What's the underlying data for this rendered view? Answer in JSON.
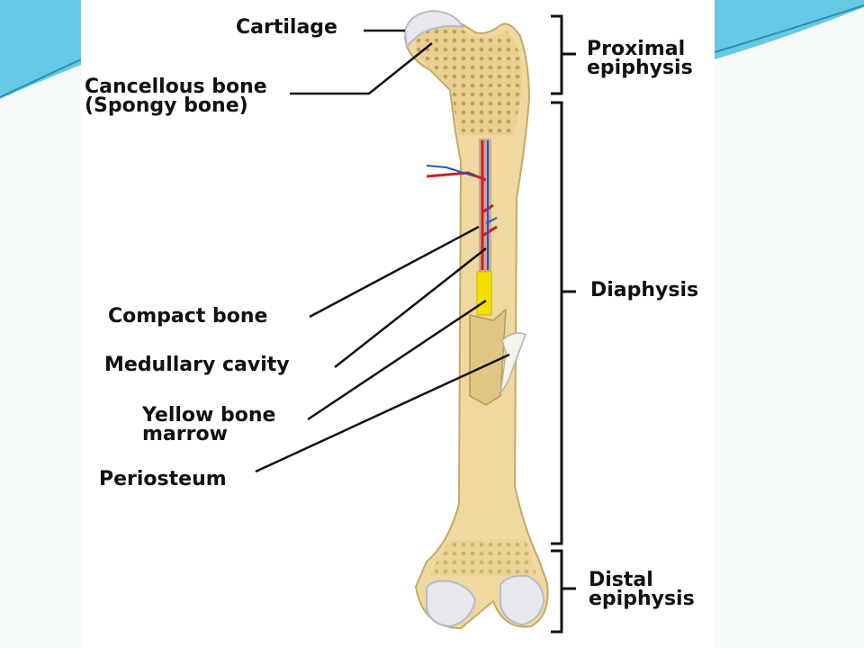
{
  "labels": {
    "cartilage": "Cartilage",
    "cancellous_line1": "Cancellous bone",
    "cancellous_line2": "(Spongy bone)",
    "compact_bone": "Compact bone",
    "medullary_cavity": "Medullary cavity",
    "yellow_marrow_line1": "Yellow bone",
    "yellow_marrow_line2": "marrow",
    "periosteum": "Periosteum",
    "proximal_line1": "Proximal",
    "proximal_line2": "epiphysis",
    "diaphysis": "Diaphysis",
    "distal_line1": "Distal",
    "distal_line2": "epiphysis"
  },
  "colors": {
    "bone": "#efd9a0",
    "bone_shadow": "#d9bc74",
    "cartilage": "#e6e8ee",
    "marrow": "#f4e000",
    "artery": "#cc1f2a",
    "vein": "#2a4fc9",
    "accent_swoosh": "#55c2e0"
  }
}
